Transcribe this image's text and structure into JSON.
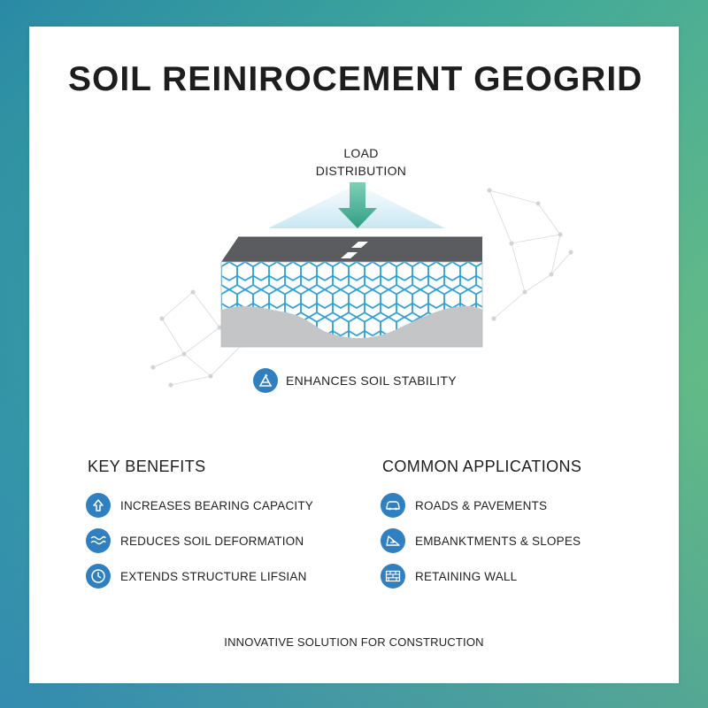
{
  "title": "SOIL REINIROCEMENT GEOGRID",
  "diagram": {
    "load_label_lines": [
      "LOAD",
      "DISTRIBUTION"
    ],
    "stability_label": "ENHANCES SOIL STABILITY",
    "colors": {
      "asphalt": "#5a5c5f",
      "mesh": "#2a9fd6",
      "soil": "#c4c5c7",
      "arrow": "#3aa98c",
      "icon": "#2f7fc1"
    }
  },
  "benefits": {
    "heading": "KEY BENEFITS",
    "items": [
      {
        "label": "INCREASES BEARING CAPACITY",
        "icon": "up-arrow-icon"
      },
      {
        "label": "REDUCES SOIL DEFORMATION",
        "icon": "waves-icon"
      },
      {
        "label": "EXTENDS STRUCTURE LIFSIAN",
        "icon": "clock-icon"
      }
    ]
  },
  "applications": {
    "heading": "COMMON APPLICATIONS",
    "items": [
      {
        "label": "ROADS & PAVEMENTS",
        "icon": "car-icon"
      },
      {
        "label": "EMBANKTMENTS & SLOPES",
        "icon": "slope-icon"
      },
      {
        "label": "RETAINING WALL",
        "icon": "brick-wall-icon"
      }
    ]
  },
  "footer": "INNOVATIVE SOLUTION FOR CONSTRUCTION"
}
